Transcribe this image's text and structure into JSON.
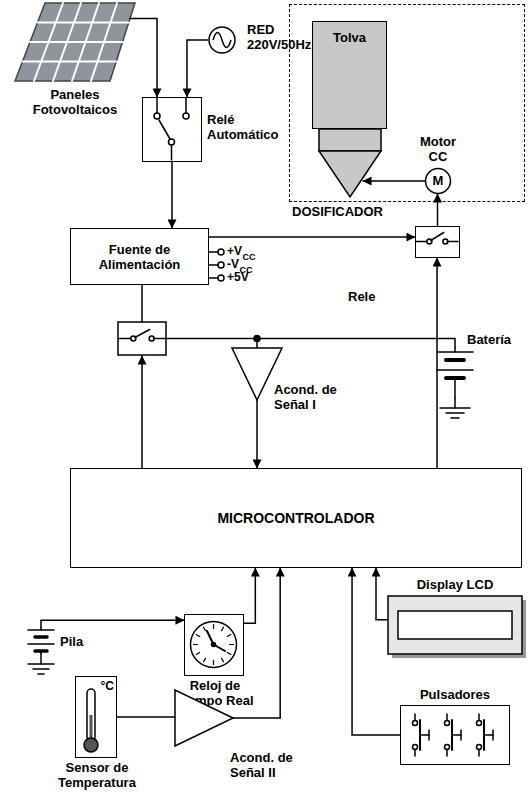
{
  "diagram": {
    "nodes": [
      {
        "text": [
          "Paneles Fotovoltaicos"
        ]
      },
      {
        "text": [
          "RED 220V/50Hz"
        ]
      },
      {
        "text": [
          "Relé Automático"
        ]
      },
      {
        "text": [
          "DOSIFICADOR"
        ]
      },
      {
        "text": [
          "Tolva"
        ],
        "in": 3
      },
      {
        "text": [
          "Motor CC",
          "M"
        ],
        "in": 3
      },
      {
        "text": [
          "Fuente de Alimentación"
        ]
      },
      {
        "text": [
          "Rele"
        ]
      },
      {
        "text": [
          "Batería"
        ]
      },
      {
        "text": [
          "Acond. de Señal I"
        ]
      },
      {
        "text": [
          "MICROCONTROLADOR"
        ]
      },
      {
        "text": [
          "Pila"
        ]
      },
      {
        "text": [
          "Reloj de Tiempo Real"
        ]
      },
      {
        "text": [
          "°C",
          "Sensor de Temperatura"
        ]
      },
      {
        "text": [
          "Acond. de Señal II"
        ]
      },
      {
        "text": [
          "Display LCD"
        ]
      },
      {
        "text": [
          "Pulsadores"
        ]
      }
    ],
    "edges": [
      {
        "from": 0,
        "to": 2,
        "arrow": "to"
      },
      {
        "from": 1,
        "to": 2,
        "arrow": "to"
      },
      {
        "from": 2,
        "to": 6,
        "arrow": "to"
      },
      {
        "from": 6,
        "to": 7,
        "arrow": "to"
      },
      {
        "from": 7,
        "to": 5,
        "arrow": "to"
      },
      {
        "from": 10,
        "to": 7,
        "arrow": "to"
      },
      {
        "from": 8,
        "to": 9,
        "arrow": "none"
      },
      {
        "from": 9,
        "to": 10,
        "arrow": "to"
      },
      {
        "from": 11,
        "to": 12,
        "arrow": "to"
      },
      {
        "from": 12,
        "to": 10,
        "arrow": "to"
      },
      {
        "from": 13,
        "to": 14,
        "arrow": "none"
      },
      {
        "from": 14,
        "to": 10,
        "arrow": "to"
      },
      {
        "from": 15,
        "to": 10,
        "arrow": "to"
      },
      {
        "from": 16,
        "to": 10,
        "arrow": "to"
      }
    ],
    "labels": [
      "+V",
      "CC",
      "-V",
      "CC",
      "+5V"
    ]
  }
}
